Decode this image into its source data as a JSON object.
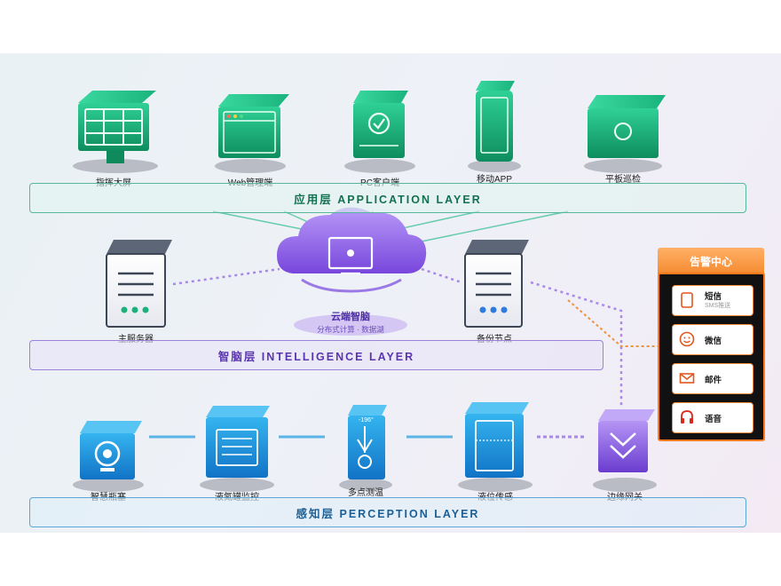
{
  "layers": {
    "application": "应用层 APPLICATION LAYER",
    "intelligence": "智脑层 INTELLIGENCE LAYER",
    "perception": "感知层 PERCEPTION LAYER"
  },
  "application_devices": [
    "指挥大屏",
    "Web管理端",
    "PC客户端",
    "移动APP",
    "平板巡检"
  ],
  "cloud": {
    "title": "云端智脑",
    "subtitle": "分布式计算 · 数据湖"
  },
  "servers": {
    "main": "主服务器",
    "backup": "备份节点"
  },
  "sensors": [
    "智慧瓶塞",
    "液氮罐监控",
    "多点测温",
    "液位传感",
    "边缘网关"
  ],
  "thermometer_mark": "-196°",
  "alarm": {
    "title": "告警中心",
    "items": [
      {
        "label": "短信",
        "sub": "SMS推送"
      },
      {
        "label": "微信",
        "sub": ""
      },
      {
        "label": "邮件",
        "sub": ""
      },
      {
        "label": "语音",
        "sub": ""
      }
    ]
  },
  "colors": {
    "application": "#1db07a",
    "intelligence": "#7a52d6",
    "perception": "#1e8fd8",
    "alarm": "#f58a30"
  }
}
